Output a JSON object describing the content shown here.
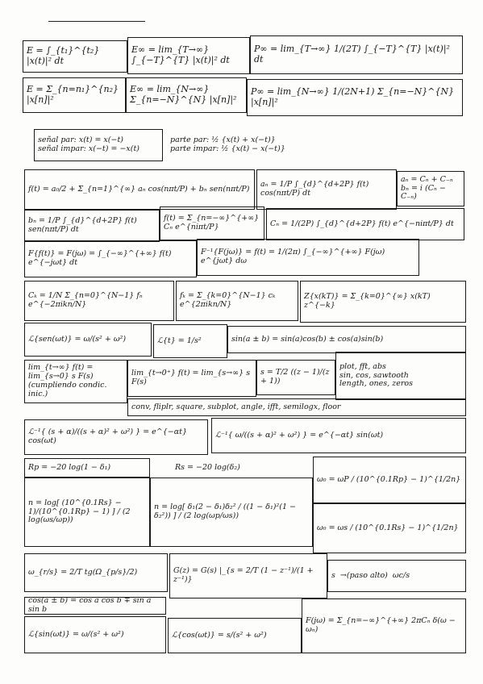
{
  "formulas": [
    {
      "id": "energy-cont",
      "text": "E = ∫_{t₁}^{t₂} |x(t)|² dt"
    },
    {
      "id": "energy-inf-cont",
      "text": "E∞ = lim_{T→∞} ∫_{−T}^{T} |x(t)|² dt"
    },
    {
      "id": "power-inf-cont",
      "text": "P∞ = lim_{T→∞} 1/(2T) ∫_{−T}^{T} |x(t)|² dt"
    },
    {
      "id": "energy-disc",
      "text": "E = Σ_{n=n₁}^{n₂} |x[n]|²"
    },
    {
      "id": "energy-inf-disc",
      "text": "E∞ = lim_{N→∞} Σ_{n=−N}^{N} |x[n]|²"
    },
    {
      "id": "power-inf-disc",
      "text": "P∞ = lim_{N→∞} 1/(2N+1) Σ_{n=−N}^{N} |x[n]|²"
    },
    {
      "id": "signal-even-odd",
      "text": "señal par: x(t) = x(−t)\nseñal impar: x(−t) = −x(t)"
    },
    {
      "id": "parts-even-odd",
      "text": "parte par: ½ {x(t) + x(−t)}\nparte impar: ½ {x(t) − x(−t)}"
    },
    {
      "id": "fourier-series",
      "text": "f(t) = a₀/2 + Σ_{n=1}^{∞} aₙ cos(nπt/P) + bₙ sen(nπt/P)"
    },
    {
      "id": "fourier-an",
      "text": "aₙ = 1/P ∫_{d}^{d+2P} f(t) cos(nπt/P) dt"
    },
    {
      "id": "an-bn-cn",
      "text": "aₙ = Cₙ + C₋ₙ\nbₙ = i (Cₙ − C₋ₙ)"
    },
    {
      "id": "fourier-bn",
      "text": "bₙ = 1/P ∫_{d}^{d+2P} f(t) sen(nπt/P) dt"
    },
    {
      "id": "complex-series",
      "text": "f(t) = Σ_{n=−∞}^{+∞} Cₙ e^{niπt/P}"
    },
    {
      "id": "complex-cn",
      "text": "Cₙ = 1/(2P) ∫_{d}^{d+2P} f(t) e^{−niπt/P} dt"
    },
    {
      "id": "fourier-transform",
      "text": "F{f(t)} = F(jω) = ∫_{−∞}^{+∞} f(t) e^{−jωt} dt"
    },
    {
      "id": "inverse-fourier",
      "text": "F⁻¹{F(jω)} = f(t) = 1/(2π) ∫_{−∞}^{+∞} F(jω) e^{jωt} dω"
    },
    {
      "id": "dft",
      "text": "Cₖ = 1/N Σ_{n=0}^{N−1} fₙ e^{−2πikn/N}"
    },
    {
      "id": "idft",
      "text": "fₖ = Σ_{k=0}^{N−1} cₖ e^{2πikn/N}"
    },
    {
      "id": "z-transform",
      "text": "Z{x(kT)} = Σ_{k=0}^{∞} x(kT) z^{−k}"
    },
    {
      "id": "laplace-sin",
      "text": "ℒ{sen(ωt)} = ω/(s² + ω²)"
    },
    {
      "id": "laplace-t",
      "text": "ℒ{t} = 1/s²"
    },
    {
      "id": "sin-sum",
      "text": "sin(a ± b) = sin(a)cos(b) ± cos(a)sin(b)"
    },
    {
      "id": "matlab-fns",
      "text": "plot, fft, abs\nsin, cos, sawtooth\nlength, ones, zeros"
    },
    {
      "id": "final-value",
      "text": "lim_{t→∞} f(t) = lim_{s→0} s F(s)\n(cumpliendo condic. inic.)"
    },
    {
      "id": "initial-value",
      "text": "lim_{t→0⁺} f(t) = lim_{s→∞} s F(s)"
    },
    {
      "id": "bilinear-s",
      "text": "s = T/2 ((z − 1)/(z + 1))"
    },
    {
      "id": "matlab-fns-2",
      "text": "conv, fliplr, square, subplot, angle, ifft, semilogx, floor"
    },
    {
      "id": "inv-laplace-cos",
      "text": "ℒ⁻¹{ (s + α)/((s + α)² + ω²) } = e^{−αt} cos(ωt)"
    },
    {
      "id": "inv-laplace-sin",
      "text": "ℒ⁻¹{ ω/((s + α)² + ω²) } = e^{−αt} sin(ωt)"
    },
    {
      "id": "rp",
      "text": "Rp = −20 log(1 − δ₁)"
    },
    {
      "id": "rs",
      "text": "Rs = −20 log(δ₂)"
    },
    {
      "id": "w0-wp",
      "text": "ω₀ = ωP / (10^{0.1Rp} − 1)^{1/2n}"
    },
    {
      "id": "n-order-1",
      "text": "n = log[ (10^{0.1Rs} − 1)/(10^{0.1Rp} − 1) ] / (2 log(ωs/ωp))"
    },
    {
      "id": "n-order-2",
      "text": "n = log[ δ₁(2 − δ₁)δ₂² / ((1 − δ₁)²(1 − δ₂²)) ] / (2 log(ωp/ωs))"
    },
    {
      "id": "w0-ws",
      "text": "ω₀ = ωs / (10^{0.1Rs} − 1)^{1/2n}"
    },
    {
      "id": "prewarp",
      "text": "ω_{r/s} = 2/T tg(Ω_{p/s}/2)"
    },
    {
      "id": "bilinear-g",
      "text": "G(z) = G(s) |_{s = 2/T (1 − z⁻¹)/(1 + z⁻¹)}"
    },
    {
      "id": "lowpass-hp",
      "text": "s  →(paso alto)  ωc/s"
    },
    {
      "id": "cos-sum",
      "text": "cos(a ± b) = cos a cos b ∓ sin a sin b"
    },
    {
      "id": "laplace-sin-2",
      "text": "ℒ{sin(ωt)} = ω/(s² + ω²)"
    },
    {
      "id": "laplace-cos",
      "text": "ℒ{cos(ωt)} = s/(s² + ω²)"
    },
    {
      "id": "fourier-periodic",
      "text": "F(jω) = Σ_{n=−∞}^{+∞} 2πCₙ δ(ω − ωₙ)"
    }
  ]
}
